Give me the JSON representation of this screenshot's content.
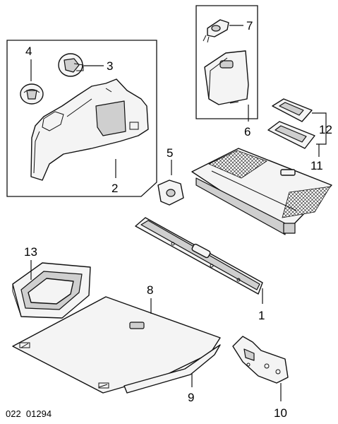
{
  "callouts": {
    "c1": "1",
    "c2": "2",
    "c3": "3",
    "c4": "4",
    "c5": "5",
    "c6": "6",
    "c7": "7",
    "c8": "8",
    "c9": "9",
    "c10": "10",
    "c11": "11",
    "c12": "12",
    "c13": "13"
  },
  "footer": {
    "code": "022  01294"
  }
}
